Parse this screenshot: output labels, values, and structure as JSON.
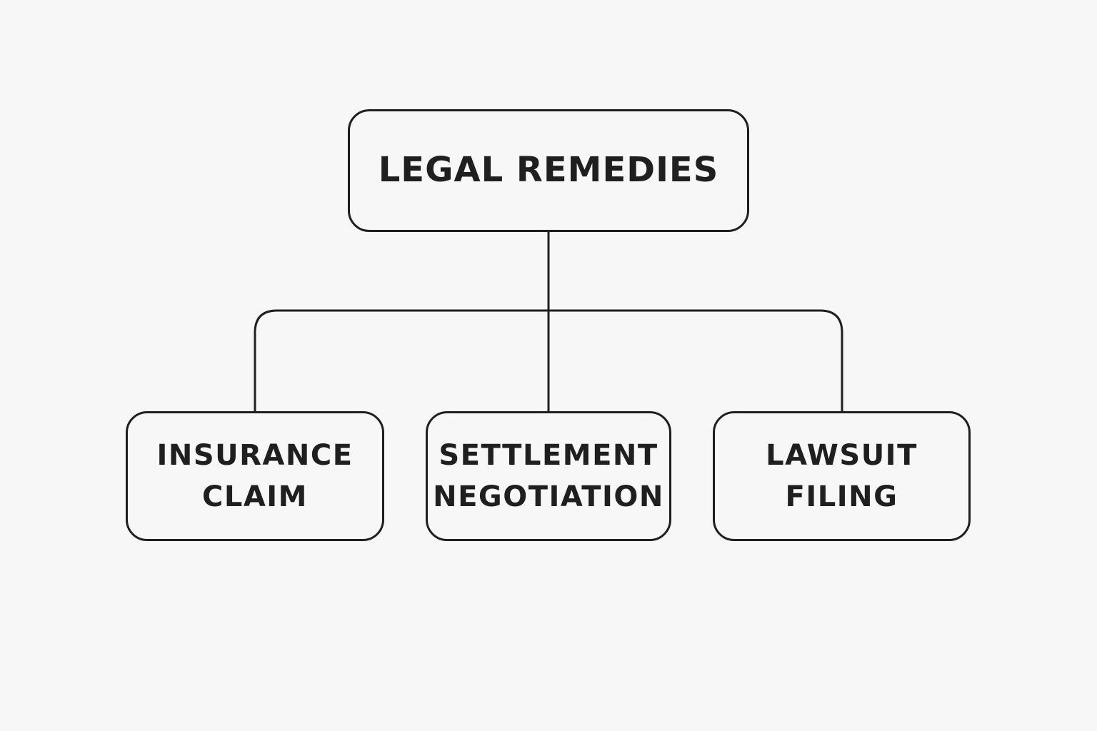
{
  "diagram": {
    "root": {
      "label": "LEGAL REMEDIES"
    },
    "children": [
      {
        "label": "INSURANCE\nCLAIM"
      },
      {
        "label": "SETTLEMENT\nNEGOTIATION"
      },
      {
        "label": "LAWSUIT\nFILING"
      }
    ],
    "colors": {
      "background": "#f7f7f7",
      "stroke": "#1f1f1f",
      "text": "#1f1f1f"
    }
  }
}
